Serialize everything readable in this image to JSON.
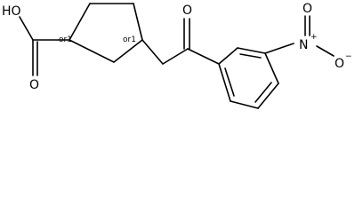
{
  "molecule": {
    "atoms": {
      "carboxyl_oh": "HO",
      "carboxyl_o": "O",
      "ketone_o": "O",
      "nitro_n": "N",
      "nitro_n_charge": "+",
      "nitro_o_double": "O",
      "nitro_o_single": "O",
      "nitro_o_charge": "−"
    },
    "stereo": {
      "c1": "or1",
      "c3": "or1"
    }
  }
}
